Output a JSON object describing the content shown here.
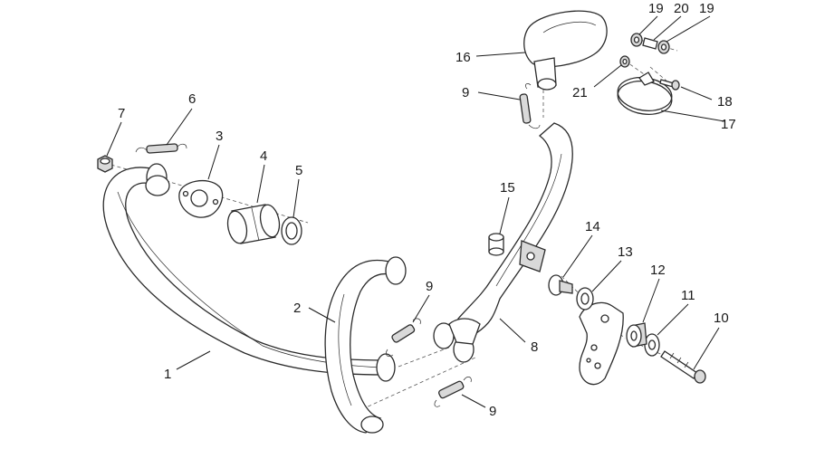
{
  "diagram": {
    "callouts": [
      "1",
      "2",
      "3",
      "4",
      "5",
      "6",
      "7",
      "8",
      "9",
      "9",
      "9",
      "10",
      "11",
      "12",
      "13",
      "14",
      "15",
      "16",
      "17",
      "18",
      "19",
      "20",
      "19",
      "21"
    ]
  }
}
